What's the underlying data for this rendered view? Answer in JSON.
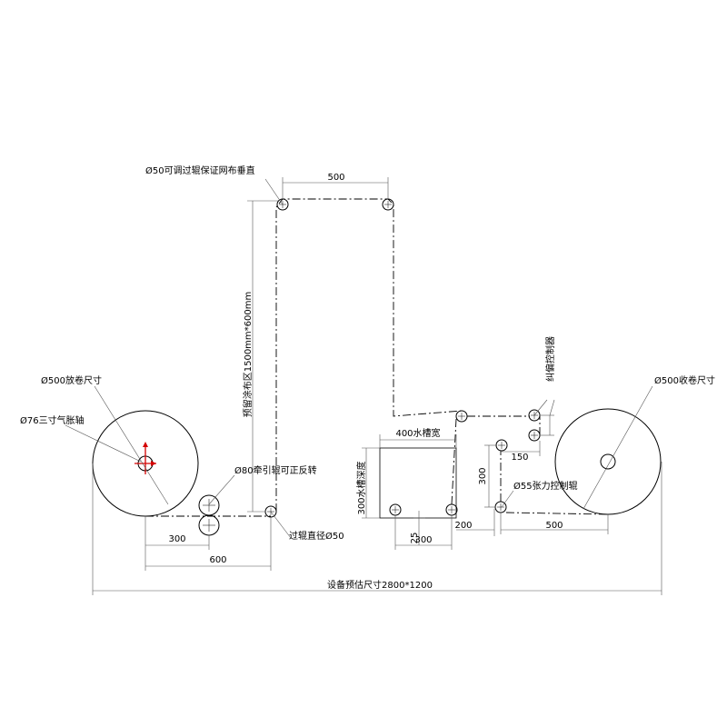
{
  "labels": {
    "roller_top": "Ø50可调过辊保证网布垂直",
    "dim_top_500": "500",
    "coating_zone": "预留涂布区1500mm*600mm",
    "unwind_size": "Ø500放卷尺寸",
    "air_shaft": "Ø76三寸气胀轴",
    "traction": "Ø80牵引辊可正反转",
    "dim_300_left": "300",
    "dim_600": "600",
    "roller_dia": "过辊直径Ø50",
    "tank_width": "400水槽宽",
    "tank_depth": "300水槽深度",
    "dim_25": "25",
    "dim_300_tank": "300",
    "dim_200": "200",
    "correction": "纠偏控制器",
    "dim_150": "150",
    "dim_300_vert": "300",
    "tension": "Ø55张力控制辊",
    "rewind_size": "Ø500收卷尺寸",
    "dim_500_right": "500",
    "overall": "设备预估尺寸2800*1200"
  }
}
